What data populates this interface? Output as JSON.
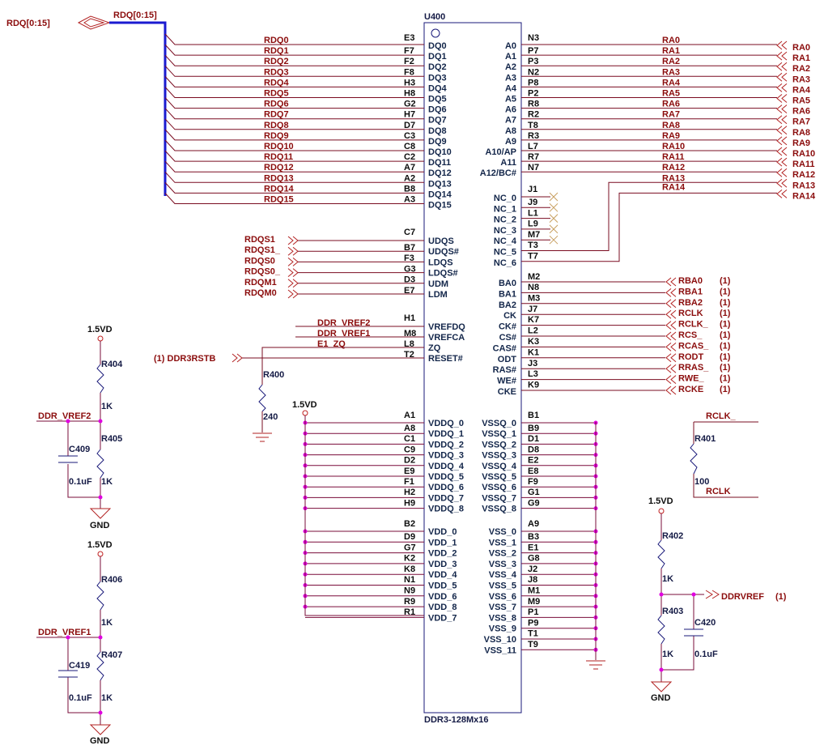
{
  "title": "DDR3 memory schematic sheet",
  "colors": {
    "net": "#8b0c0c",
    "bus": "#1a1ad0",
    "junction": "#e000e0",
    "chip_outline": "#1a1a7a"
  },
  "bus": {
    "port_label": "RDQ[0:15]",
    "bus_label": "RDQ[0:15]"
  },
  "chip": {
    "refdes": "U400",
    "part_number": "DDR3-128Mx16",
    "dq_top_pin": "E3",
    "left_pins": [
      {
        "net": "RDQ0",
        "pin": "F7",
        "name": "DQ0"
      },
      {
        "net": "RDQ1",
        "pin": "F2",
        "name": "DQ1"
      },
      {
        "net": "RDQ2",
        "pin": "F8",
        "name": "DQ2"
      },
      {
        "net": "RDQ3",
        "pin": "H3",
        "name": "DQ3"
      },
      {
        "net": "RDQ4",
        "pin": "H8",
        "name": "DQ4"
      },
      {
        "net": "RDQ5",
        "pin": "G2",
        "name": "DQ5"
      },
      {
        "net": "RDQ6",
        "pin": "H7",
        "name": "DQ6"
      },
      {
        "net": "RDQ7",
        "pin": "D7",
        "name": "DQ7"
      },
      {
        "net": "RDQ8",
        "pin": "C3",
        "name": "DQ8"
      },
      {
        "net": "RDQ9",
        "pin": "C8",
        "name": "DQ9"
      },
      {
        "net": "RDQ10",
        "pin": "C2",
        "name": "DQ10"
      },
      {
        "net": "RDQ11",
        "pin": "A7",
        "name": "DQ11"
      },
      {
        "net": "RDQ12",
        "pin": "A2",
        "name": "DQ12"
      },
      {
        "net": "RDQ13",
        "pin": "B8",
        "name": "DQ13"
      },
      {
        "net": "RDQ14",
        "pin": "A3",
        "name": "DQ14"
      },
      {
        "net": "RDQ15",
        "pin": "",
        "name": "DQ15"
      }
    ],
    "strobe_top_pin": "C7",
    "strobe_pins": [
      {
        "net": "RDQS1",
        "pin": "B7",
        "name": "UDQS"
      },
      {
        "net": "RDQS1_",
        "pin": "F3",
        "name": "UDQS#"
      },
      {
        "net": "RDQS0",
        "pin": "G3",
        "name": "LDQS"
      },
      {
        "net": "RDQS0_",
        "pin": "D3",
        "name": "LDQS#"
      },
      {
        "net": "RDQM1",
        "pin": "E7",
        "name": "UDM"
      },
      {
        "net": "RDQM0",
        "pin": "",
        "name": "LDM"
      }
    ],
    "ref_top_pin": "H1",
    "ref_pins": [
      {
        "net": "DDR_VREF2",
        "pin": "M8",
        "name": "VREFDQ"
      },
      {
        "net": "DDR_VREF1",
        "pin": "L8",
        "name": "VREFCA"
      },
      {
        "net": "E1_ZQ",
        "pin": "T2",
        "name": "ZQ"
      },
      {
        "net": "(1) DDR3RSTB",
        "pin": "",
        "name": "RESET#"
      }
    ],
    "addr_top_pin": "N3",
    "addr_pins": [
      {
        "name": "A0",
        "pin": "P7",
        "net": "RA0",
        "port": "RA0"
      },
      {
        "name": "A1",
        "pin": "P3",
        "net": "RA1",
        "port": "RA1"
      },
      {
        "name": "A2",
        "pin": "N2",
        "net": "RA2",
        "port": "RA2"
      },
      {
        "name": "A3",
        "pin": "P8",
        "net": "RA3",
        "port": "RA3"
      },
      {
        "name": "A4",
        "pin": "P2",
        "net": "RA4",
        "port": "RA4"
      },
      {
        "name": "A5",
        "pin": "R8",
        "net": "RA5",
        "port": "RA5"
      },
      {
        "name": "A6",
        "pin": "R2",
        "net": "RA6",
        "port": "RA6"
      },
      {
        "name": "A7",
        "pin": "T8",
        "net": "RA7",
        "port": "RA7"
      },
      {
        "name": "A8",
        "pin": "R3",
        "net": "RA8",
        "port": "RA8"
      },
      {
        "name": "A9",
        "pin": "L7",
        "net": "RA9",
        "port": "RA9"
      },
      {
        "name": "A10/AP",
        "pin": "R7",
        "net": "RA10",
        "port": "RA10"
      },
      {
        "name": "A11",
        "pin": "N7",
        "net": "RA11",
        "port": "RA11"
      },
      {
        "name": "A12/BC#",
        "pin": "",
        "net": "RA12",
        "port": "RA12"
      }
    ],
    "addr_extra_nets": [
      {
        "net": "RA13",
        "port": "RA13"
      },
      {
        "net": "RA14",
        "port": "RA14"
      }
    ],
    "nc_top_pin": "J1",
    "nc_pins": [
      {
        "name": "NC_0",
        "pin": "J9"
      },
      {
        "name": "NC_1",
        "pin": "L1"
      },
      {
        "name": "NC_2",
        "pin": "L9"
      },
      {
        "name": "NC_3",
        "pin": "M7"
      },
      {
        "name": "NC_4",
        "pin": "T3"
      },
      {
        "name": "NC_5",
        "pin": "T7"
      },
      {
        "name": "NC_6",
        "pin": ""
      }
    ],
    "ctrl_top_pin": "M2",
    "ctrl_pins": [
      {
        "name": "BA0",
        "pin": "N8",
        "net": "RBA0",
        "sheet": "(1)"
      },
      {
        "name": "BA1",
        "pin": "M3",
        "net": "RBA1",
        "sheet": "(1)"
      },
      {
        "name": "BA2",
        "pin": "J7",
        "net": "RBA2",
        "sheet": "(1)"
      },
      {
        "name": "CK",
        "pin": "K7",
        "net": "RCLK",
        "sheet": "(1)"
      },
      {
        "name": "CK#",
        "pin": "L2",
        "net": "RCLK_",
        "sheet": "(1)"
      },
      {
        "name": "CS#",
        "pin": "K3",
        "net": "RCS_",
        "sheet": "(1)"
      },
      {
        "name": "CAS#",
        "pin": "K1",
        "net": "RCAS_",
        "sheet": "(1)"
      },
      {
        "name": "ODT",
        "pin": "J3",
        "net": "RODT",
        "sheet": "(1)"
      },
      {
        "name": "RAS#",
        "pin": "L3",
        "net": "RRAS_",
        "sheet": "(1)"
      },
      {
        "name": "WE#",
        "pin": "K9",
        "net": "RWE_",
        "sheet": "(1)"
      },
      {
        "name": "CKE",
        "pin": "",
        "net": "RCKE",
        "sheet": "(1)"
      }
    ],
    "vddq_top_pin": "A1",
    "vddq_pins": [
      {
        "pin": "A8",
        "name": "VDDQ_0"
      },
      {
        "pin": "C1",
        "name": "VDDQ_1"
      },
      {
        "pin": "C9",
        "name": "VDDQ_2"
      },
      {
        "pin": "D2",
        "name": "VDDQ_3"
      },
      {
        "pin": "E9",
        "name": "VDDQ_4"
      },
      {
        "pin": "F1",
        "name": "VDDQ_5"
      },
      {
        "pin": "H2",
        "name": "VDDQ_6"
      },
      {
        "pin": "H9",
        "name": "VDDQ_7"
      },
      {
        "pin": "",
        "name": "VDDQ_8"
      }
    ],
    "vssq_top_pin": "B1",
    "vssq_pins": [
      {
        "pin": "B9",
        "name": "VSSQ_0"
      },
      {
        "pin": "D1",
        "name": "VSSQ_1"
      },
      {
        "pin": "D8",
        "name": "VSSQ_2"
      },
      {
        "pin": "E2",
        "name": "VSSQ_3"
      },
      {
        "pin": "E8",
        "name": "VSSQ_4"
      },
      {
        "pin": "F9",
        "name": "VSSQ_5"
      },
      {
        "pin": "G1",
        "name": "VSSQ_6"
      },
      {
        "pin": "G9",
        "name": "VSSQ_7"
      },
      {
        "pin": "",
        "name": "VSSQ_8"
      }
    ],
    "vdd_top_pin": "B2",
    "vdd_pins": [
      {
        "pin": "D9",
        "name": "VDD_0"
      },
      {
        "pin": "G7",
        "name": "VDD_1"
      },
      {
        "pin": "K2",
        "name": "VDD_2"
      },
      {
        "pin": "K8",
        "name": "VDD_3"
      },
      {
        "pin": "N1",
        "name": "VDD_4"
      },
      {
        "pin": "N9",
        "name": "VDD_5"
      },
      {
        "pin": "R9",
        "name": "VDD_6"
      },
      {
        "pin": "R1",
        "name": "VDD_8"
      },
      {
        "pin": "",
        "name": "VDD_7"
      }
    ],
    "vss_top_pin": "A9",
    "vss_pins": [
      {
        "pin": "B3",
        "name": "VSS_0"
      },
      {
        "pin": "E1",
        "name": "VSS_1"
      },
      {
        "pin": "G8",
        "name": "VSS_2"
      },
      {
        "pin": "J2",
        "name": "VSS_3"
      },
      {
        "pin": "J8",
        "name": "VSS_4"
      },
      {
        "pin": "M1",
        "name": "VSS_5"
      },
      {
        "pin": "M9",
        "name": "VSS_6"
      },
      {
        "pin": "P1",
        "name": "VSS_7"
      },
      {
        "pin": "P9",
        "name": "VSS_8"
      },
      {
        "pin": "T1",
        "name": "VSS_9"
      },
      {
        "pin": "T9",
        "name": "VSS_10"
      },
      {
        "pin": "",
        "name": "VSS_11"
      }
    ]
  },
  "power": {
    "rail": "1.5VD",
    "ground": "GND"
  },
  "r400": {
    "refdes": "R400",
    "value": "240"
  },
  "vref2_divider": {
    "net": "DDR_VREF2",
    "r_top": "R404",
    "r_top_value": "1K",
    "r_bot": "R405",
    "r_bot_value": "1K",
    "cap": "C409",
    "cap_value": "0.1uF"
  },
  "vref1_divider": {
    "net": "DDR_VREF1",
    "r_top": "R406",
    "r_top_value": "1K",
    "r_bot": "R407",
    "r_bot_value": "1K",
    "cap": "C419",
    "cap_value": "0.1uF"
  },
  "clk_term": {
    "net_top": "RCLK_",
    "net_bot": "RCLK",
    "refdes": "R401",
    "value": "100"
  },
  "ddrvref_divider": {
    "net": "DDRVREF",
    "sheet": "(1)",
    "r_top": "R402",
    "r_top_value": "1K",
    "r_bot": "R403",
    "r_bot_value": "1K",
    "cap": "C420",
    "cap_value": "0.1uF"
  }
}
